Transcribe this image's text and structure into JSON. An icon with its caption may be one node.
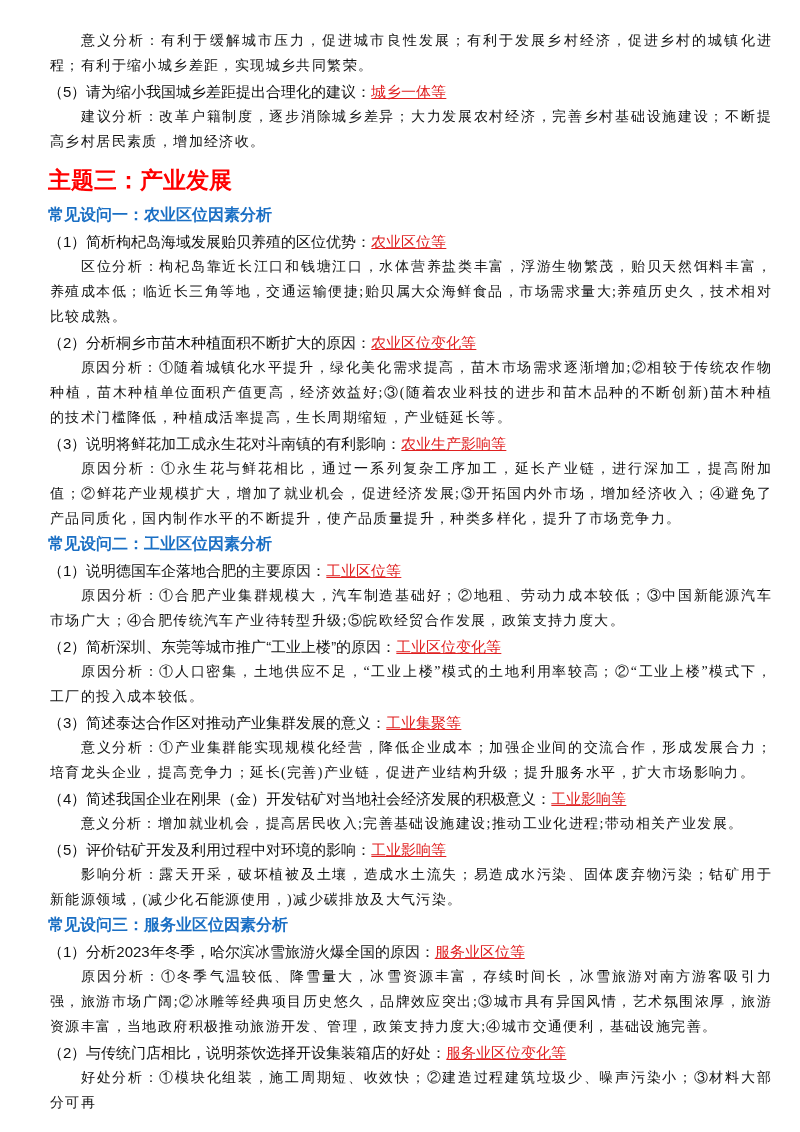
{
  "diagram": {
    "labels": [
      "意义分析：有利于缓解城市压力，促进城市良性发展；有利于发展乡村经济，促进乡村的城镇化进程；有利于缩小城乡差距，实现城乡共同繁荣。",
      "（5）请为缩小我国城乡差距提出合理化的建议：",
      "城乡一体等",
      "建议分析：改革户籍制度，逐步消除城乡差异；大力发展农村经济，完善乡村基础设施建设；不断提高乡村居民素质，增加经济收。",
      "主题三：产业发展",
      "常见设问一：农业区位因素分析",
      "（1）简析枸杞岛海域发展贻贝养殖的区位优势：",
      "农业区位等",
      "区位分析：枸杞岛靠近长江口和钱塘江口，水体营养盐类丰富，浮游生物繁茂，贻贝天然饵料丰富，养殖成本低；临近长三角等地，交通运输便捷;贻贝属大众海鲜食品，市场需求量大;养殖历史久，技术相对比较成熟。",
      "（2）分析桐乡市苗木种植面积不断扩大的原因：",
      "农业区位变化等",
      "原因分析：①随着城镇化水平提升，绿化美化需求提高，苗木市场需求逐渐增加;②相较于传统农作物种植，苗木种植单位面积产值更高，经济效益好;③(随着农业科技的进步和苗木品种的不断创新)苗木种植的技术门槛降低，种植成活率提高，生长周期缩短，产业链延长等。",
      "（3）说明将鲜花加工成永生花对斗南镇的有利影响：",
      "农业生产影响等",
      "原因分析：①永生花与鲜花相比，通过一系列复杂工序加工，延长产业链，进行深加工，提高附加值；②鲜花产业规模扩大，增加了就业机会，促进经济发展;③开拓国内外市场，增加经济收入；④避免了产品同质化，国内制作水平的不断提升，使产品质量提升，种类多样化，提升了市场竞争力。",
      "常见设问二：工业区位因素分析",
      "（1）说明德国车企落地合肥的主要原因：",
      "工业区位等",
      "原因分析：①合肥产业集群规模大，汽车制造基础好；②地租、劳动力成本较低；③中国新能源汽车市场广大；④合肥传统汽车产业待转型升级;⑤皖欧经贸合作发展，政策支持力度大。",
      "（2）简析深圳、东莞等城市推广“工业上楼”的原因：",
      "工业区位变化等",
      "原因分析：①人口密集，土地供应不足，“工业上楼”模式的土地利用率较高；②“工业上楼”模式下，工厂的投入成本较低。",
      "（3）简述泰达合作区对推动产业集群发展的意义：",
      "工业集聚等",
      "意义分析：①产业集群能实现规模化经营，降低企业成本；加强企业间的交流合作，形成发展合力；培育龙头企业，提高竞争力；延长(完善)产业链，促进产业结构升级；提升服务水平，扩大市场影响力。",
      "（4）简述我国企业在刚果（金）开发钴矿对当地社会经济发展的积极意义：",
      "工业影响等",
      "意义分析：增加就业机会，提高居民收入;完善基础设施建设;推动工业化进程;带动相关产业发展。",
      "（5）评价钴矿开发及利用过程中对环境的影响：",
      "工业影响等",
      "影响分析：露天开采，破坏植被及土壤，造成水土流失；易造成水污染、固体废弃物污染；钴矿用于新能源领域，(减少化石能源使用，)减少碳排放及大气污染。",
      "常见设问三：服务业区位因素分析",
      "（1）分析2023年冬季，哈尔滨冰雪旅游火爆全国的原因：",
      "服务业区位等",
      "原因分析：①冬季气温较低、降雪量大，冰雪资源丰富，存续时间长，冰雪旅游对南方游客吸引力强，旅游市场广阔;②冰雕等经典项目历史悠久，品牌效应突出;③城市具有异国风情，艺术氛围浓厚，旅游资源丰富，当地政府积极推动旅游开发、管理，政策支持力度大;④城市交通便利，基础设施完善。",
      "（2）与传统门店相比，说明茶饮选择开设集装箱店的好处：",
      "服务业区位变化等",
      "好处分析：①模块化组装，施工周期短、收效快；②建造过程建筑垃圾少、噪声污染小；③材料大部分可再"
    ]
  }
}
